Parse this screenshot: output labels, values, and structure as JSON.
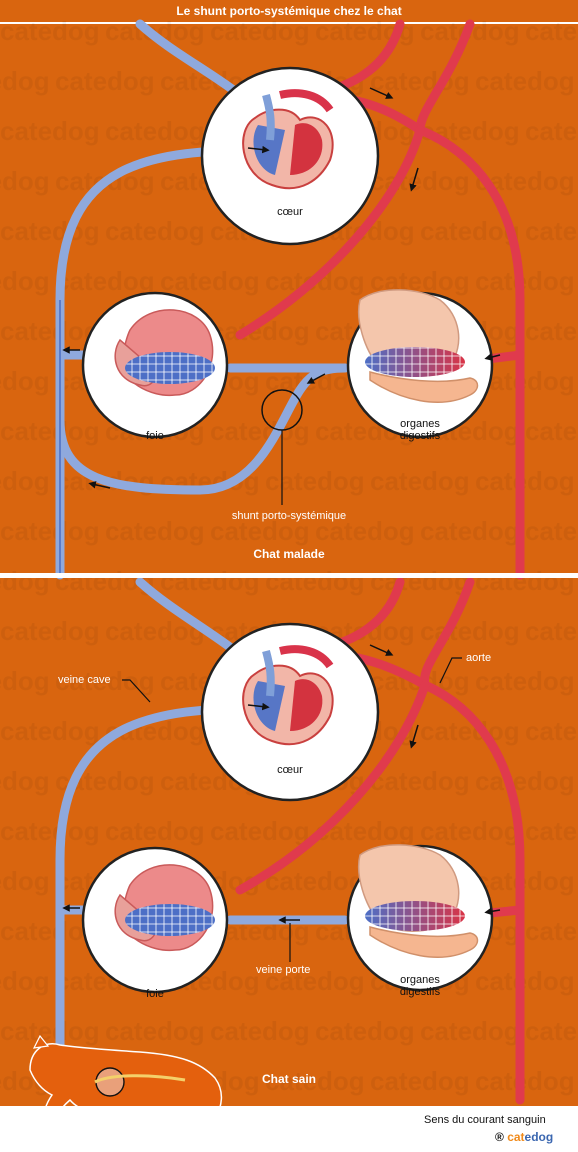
{
  "title": "Le shunt porto-systémique chez le chat",
  "watermark": "catedog",
  "panels": [
    {
      "caption": "Chat malade",
      "labels": {
        "heart": "cœur",
        "liver": "foie",
        "digestive_line1": "organes",
        "digestive_line2": "digestifs",
        "shunt": "shunt porto-systémique"
      }
    },
    {
      "caption": "Chat sain",
      "labels": {
        "heart": "cœur",
        "liver": "foie",
        "digestive_line1": "organes",
        "digestive_line2": "digestifs",
        "vena_cava": "veine cave",
        "aorta": "aorte",
        "portal_vein": "veine porte"
      }
    }
  ],
  "legend": {
    "text": "Sens du courant sanguin"
  },
  "brand": {
    "registered": "®",
    "part1": "cat",
    "part2": "edog"
  },
  "colors": {
    "background": "#d9650f",
    "vein": "#7f9fd8",
    "artery": "#e2364a",
    "circle": "#ffffff"
  }
}
